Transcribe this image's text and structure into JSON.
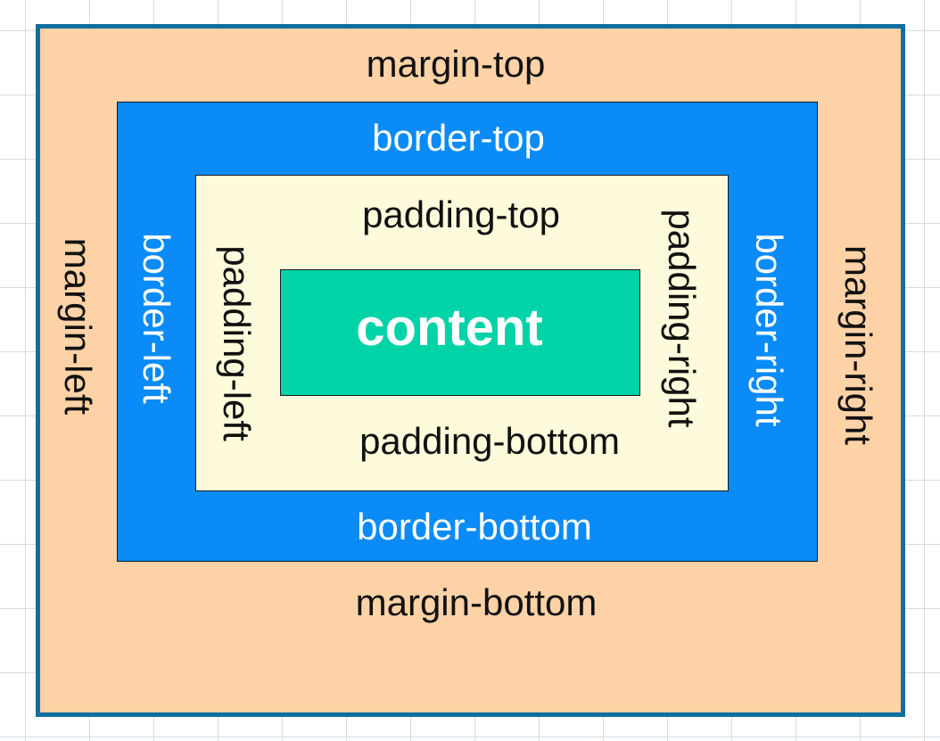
{
  "colors": {
    "margin_fill": "#fdd2a6",
    "margin_outline": "#0f6fa0",
    "border_fill": "#0a8bf7",
    "padding_fill": "#fdfbdb",
    "content_fill": "#00d3a8",
    "text_dark": "#111111",
    "text_light": "#ffffff"
  },
  "margin": {
    "top": "margin-top",
    "bottom": "margin-bottom",
    "left": "margin-left",
    "right": "margin-right"
  },
  "border": {
    "top": "border-top",
    "bottom": "border-bottom",
    "left": "border-left",
    "right": "border-right"
  },
  "padding": {
    "top": "padding-top",
    "bottom": "padding-bottom",
    "left": "padding-left",
    "right": "padding-right"
  },
  "content": {
    "label": "content"
  }
}
